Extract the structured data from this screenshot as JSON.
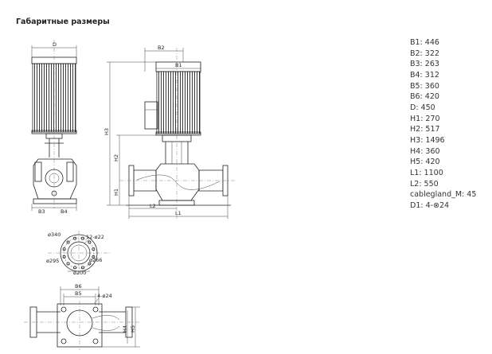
{
  "title": "Габаритные размеры",
  "specs": [
    "B1: 446",
    "B2: 322",
    "B3: 263",
    "B4: 312",
    "B5: 360",
    "B6: 420",
    "D: 450",
    "H1: 270",
    "H2: 517",
    "H3: 1496",
    "H4: 360",
    "H5: 420",
    "L1: 1100",
    "L2: 550",
    "cablegland_M: 45",
    "D1: 4-⊗24"
  ],
  "drawing_labels": {
    "D": "D",
    "B1": "B1",
    "B2": "B2",
    "B3": "B3",
    "B4": "B4",
    "B5": "B5",
    "B6": "B6",
    "H1": "H1",
    "H2": "H2",
    "H3": "H3",
    "H4": "H4",
    "H5": "H5",
    "L1": "L1",
    "L2": "L2",
    "d340": "ø340",
    "holes12": "12-ø22",
    "d295": "ø295",
    "d266": "ø266",
    "d200": "ø200",
    "holes4": "4-ø24"
  }
}
